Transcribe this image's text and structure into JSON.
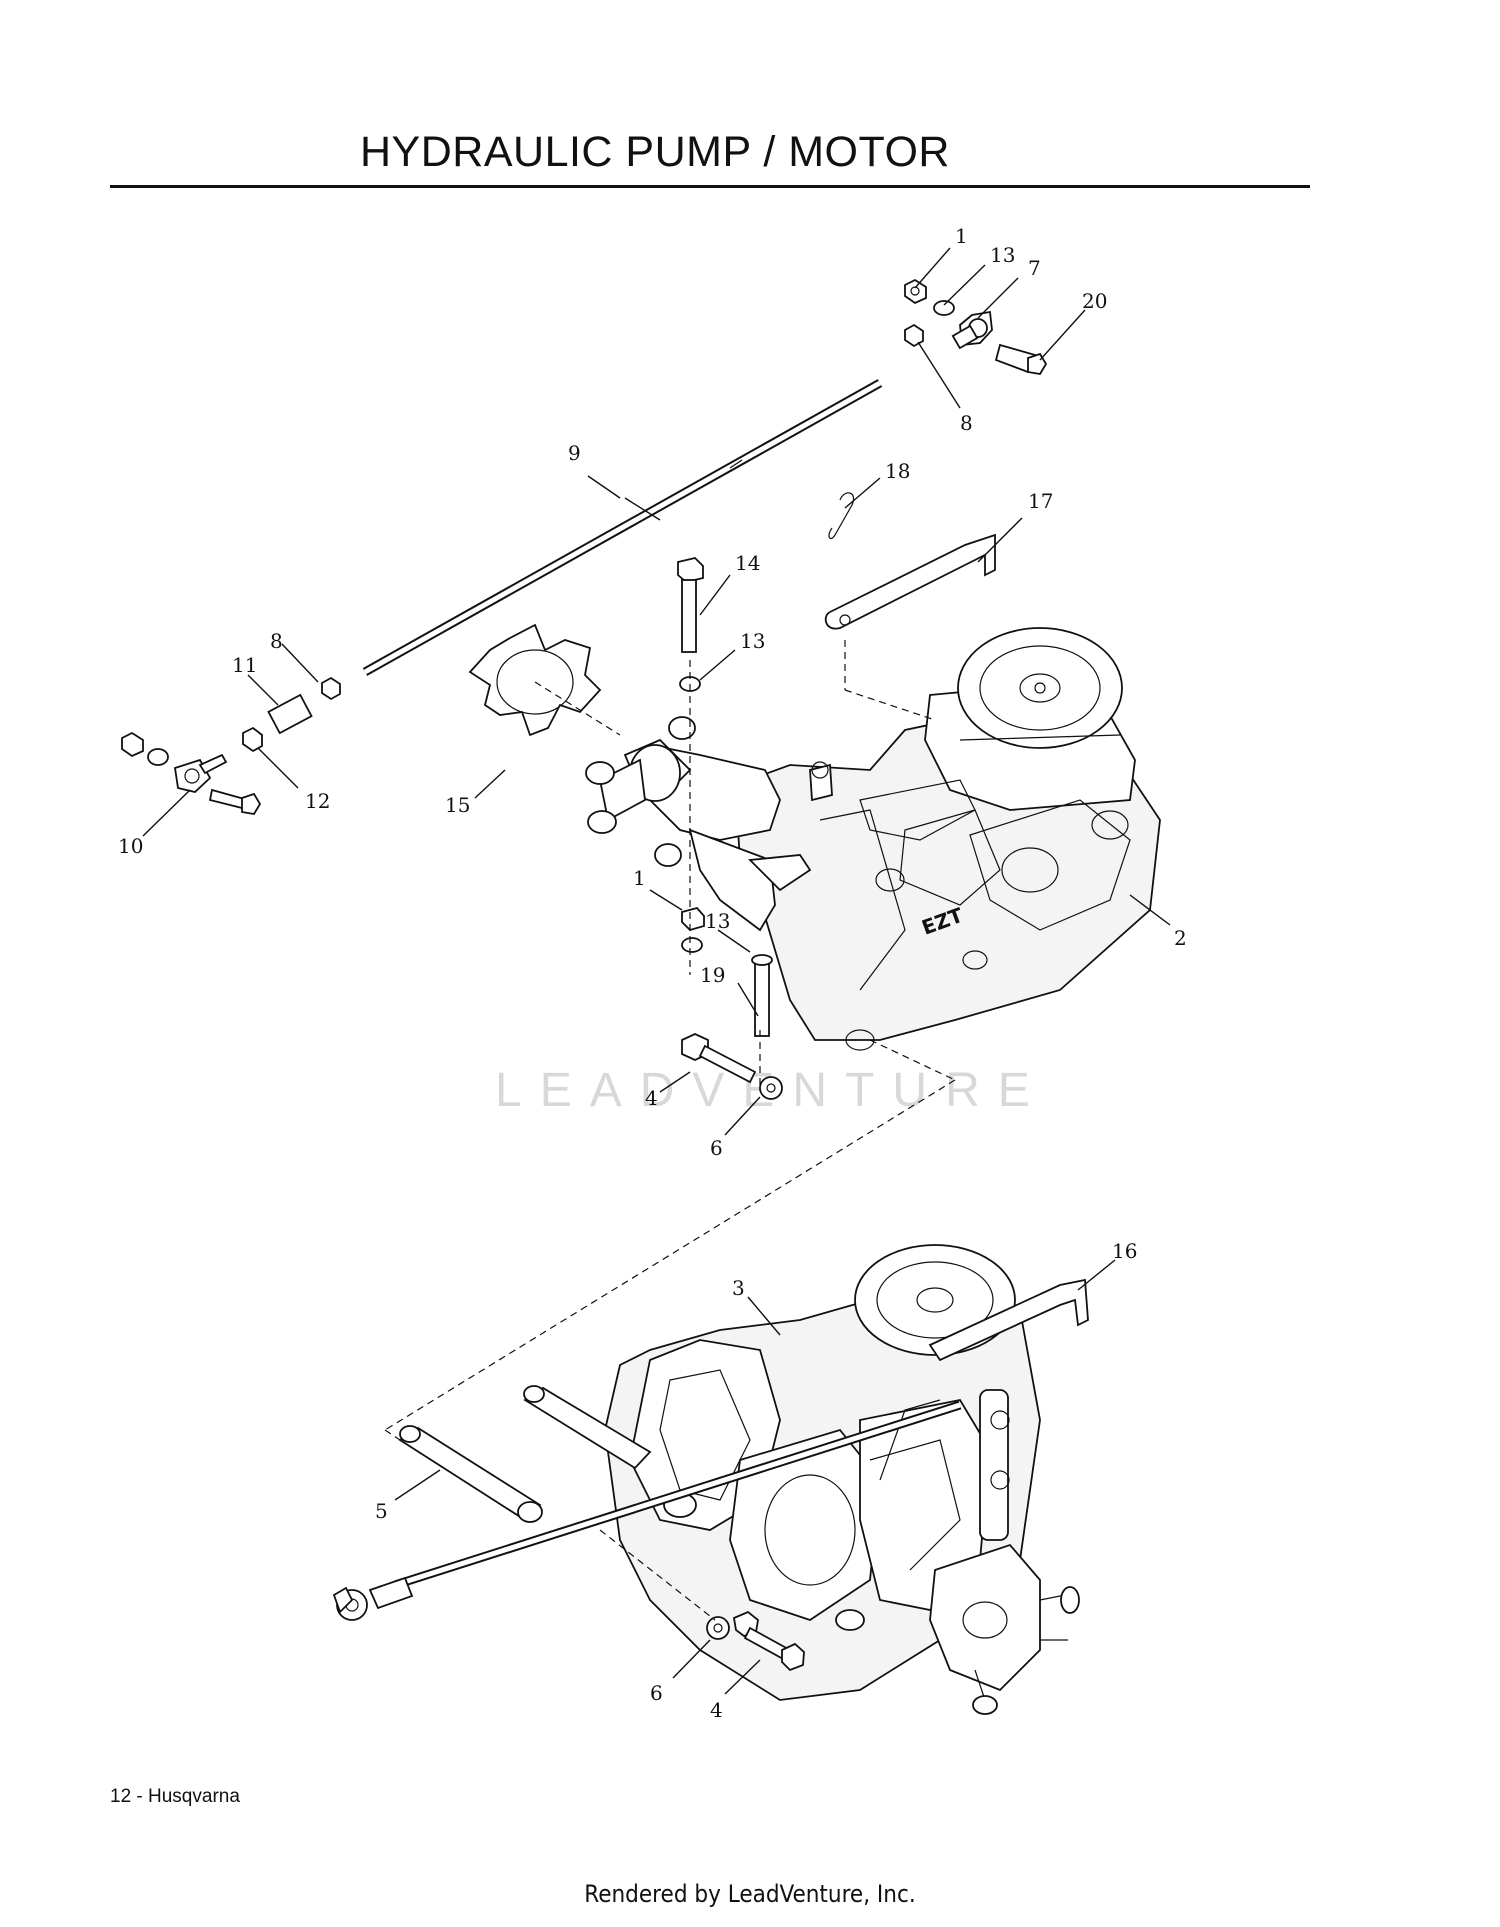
{
  "page": {
    "title": "HYDRAULIC PUMP / MOTOR",
    "footer_page": "12 - Husqvarna",
    "footer_render": "Rendered by LeadVenture, Inc.",
    "watermark": "LEADVENTURE"
  },
  "callouts": {
    "c1_top": "1",
    "c13_top": "13",
    "c7": "7",
    "c20": "20",
    "c8_top": "8",
    "c9": "9",
    "c18": "18",
    "c17": "17",
    "c14": "14",
    "c13_mid": "13",
    "c8_left": "8",
    "c11": "11",
    "c12": "12",
    "c15": "15",
    "c10": "10",
    "c1_mid": "1",
    "c13_low": "13",
    "c2": "2",
    "c19": "19",
    "c4_top": "4",
    "c6_top": "6",
    "c16": "16",
    "c3": "3",
    "c5": "5",
    "c6_bot": "6",
    "c4_bot": "4"
  }
}
